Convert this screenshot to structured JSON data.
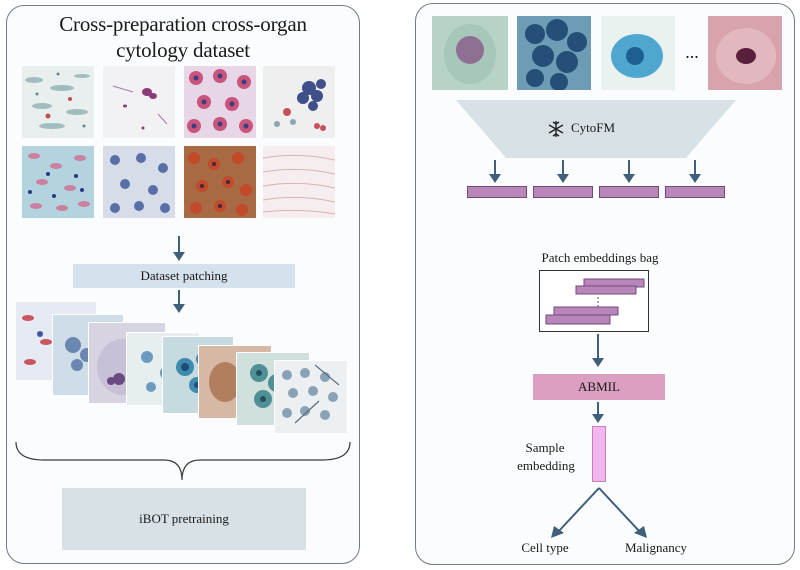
{
  "left_panel": {
    "title_line1": "Cross-preparation cross-organ",
    "title_line2": "cytology dataset",
    "dataset_patching_label": "Dataset patching",
    "ibot_label": "iBOT pretraining"
  },
  "right_panel": {
    "ellipsis": "...",
    "model_label": "CytoFM",
    "bag_label": "Patch embeddings bag",
    "abmil_label": "ABMIL",
    "sample_embedding_line1": "Sample",
    "sample_embedding_line2": "embedding",
    "output_cell_type": "Cell type",
    "output_malignancy": "Malignancy"
  },
  "colors": {
    "panel_border": "#6f7b86",
    "box_fill": "#d8e2e6",
    "patching_fill": "#d6e1ee",
    "embedding_fill": "#b986b9",
    "abmil_fill": "#dba0c1",
    "sample_fill": "#f3b6ec",
    "arrow": "#3f5f7a"
  },
  "icons": {
    "model_icon": "snowflake-icon"
  }
}
